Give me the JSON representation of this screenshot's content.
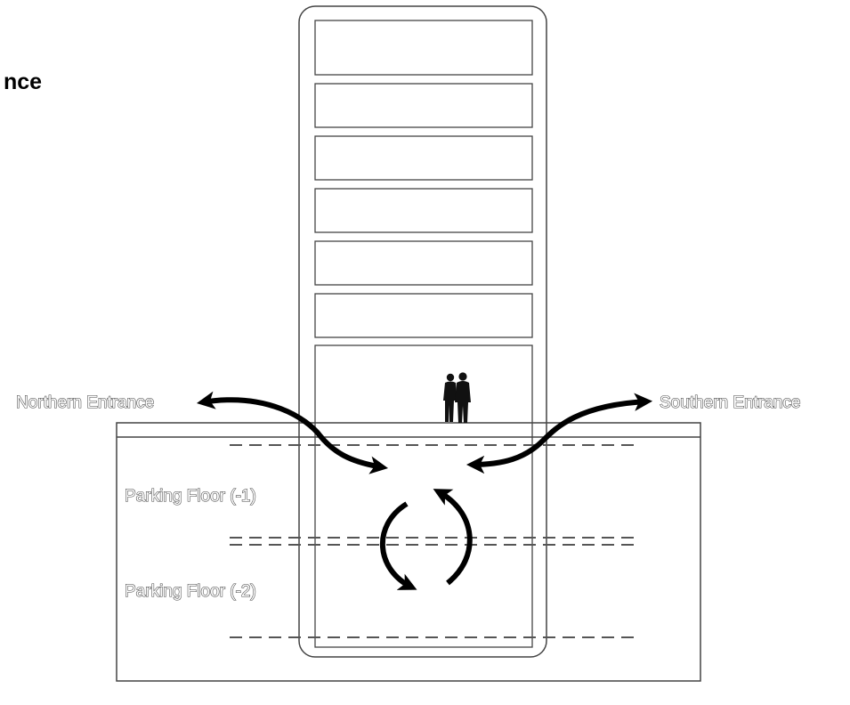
{
  "heading": "nce",
  "labels": {
    "northern_entrance": "Northern Entrance",
    "southern_entrance": "Southern Entrance",
    "parking_floor_1": "Parking Floor (-1)",
    "parking_floor_2": "Parking Floor (-2)"
  },
  "colors": {
    "line": "#333333",
    "arrow": "#000000",
    "label_fill": "#ffffff",
    "label_stroke": "#444444"
  }
}
